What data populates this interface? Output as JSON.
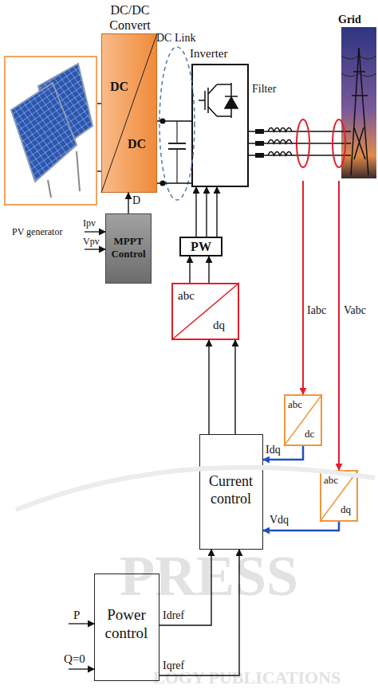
{
  "diagram": {
    "nodes": [
      {
        "text": [
          "PV generator"
        ]
      },
      {
        "text": [
          "DC/DC Convert",
          "DC",
          "DC"
        ]
      },
      {
        "text": [
          "Inverter"
        ]
      },
      {
        "text": [
          "MPPT Control"
        ]
      },
      {
        "text": [
          "PW"
        ]
      },
      {
        "text": [
          "abc",
          "dq"
        ]
      },
      {
        "text": [
          "Current control"
        ]
      },
      {
        "text": [
          "abc",
          "dc"
        ]
      },
      {
        "text": [
          "abc",
          "dq"
        ]
      },
      {
        "text": [
          "Power control"
        ]
      },
      {
        "text": [
          "Grid"
        ]
      }
    ],
    "edges": [
      {
        "from": 0,
        "to": 1,
        "arrow": "none"
      },
      {
        "from": 1,
        "to": 2,
        "arrow": "none"
      },
      {
        "from": 2,
        "to": 10,
        "arrow": "none"
      },
      {
        "from": 3,
        "to": 1,
        "label": "D",
        "arrow": "to"
      },
      {
        "from": 4,
        "to": 2,
        "arrow": "to"
      },
      {
        "from": 5,
        "to": 4,
        "arrow": "to"
      },
      {
        "from": 6,
        "to": 5,
        "arrow": "to"
      },
      {
        "from": 10,
        "to": 7,
        "label": "Iabc",
        "arrow": "to"
      },
      {
        "from": 10,
        "to": 8,
        "label": "Vabc",
        "arrow": "to"
      },
      {
        "from": 7,
        "to": 6,
        "label": "Idq",
        "arrow": "to"
      },
      {
        "from": 8,
        "to": 6,
        "label": "Vdq",
        "arrow": "to"
      },
      {
        "from": 9,
        "to": 6,
        "label": "Idref",
        "arrow": "to"
      },
      {
        "from": 9,
        "to": 6,
        "label": "Iqref",
        "arrow": "to"
      }
    ],
    "labels": [
      "DC Link",
      "Filter",
      "Ipv",
      "Vpv",
      "P",
      "Q=0",
      "PRESS",
      "LOGY PUBLICATIONS"
    ]
  }
}
